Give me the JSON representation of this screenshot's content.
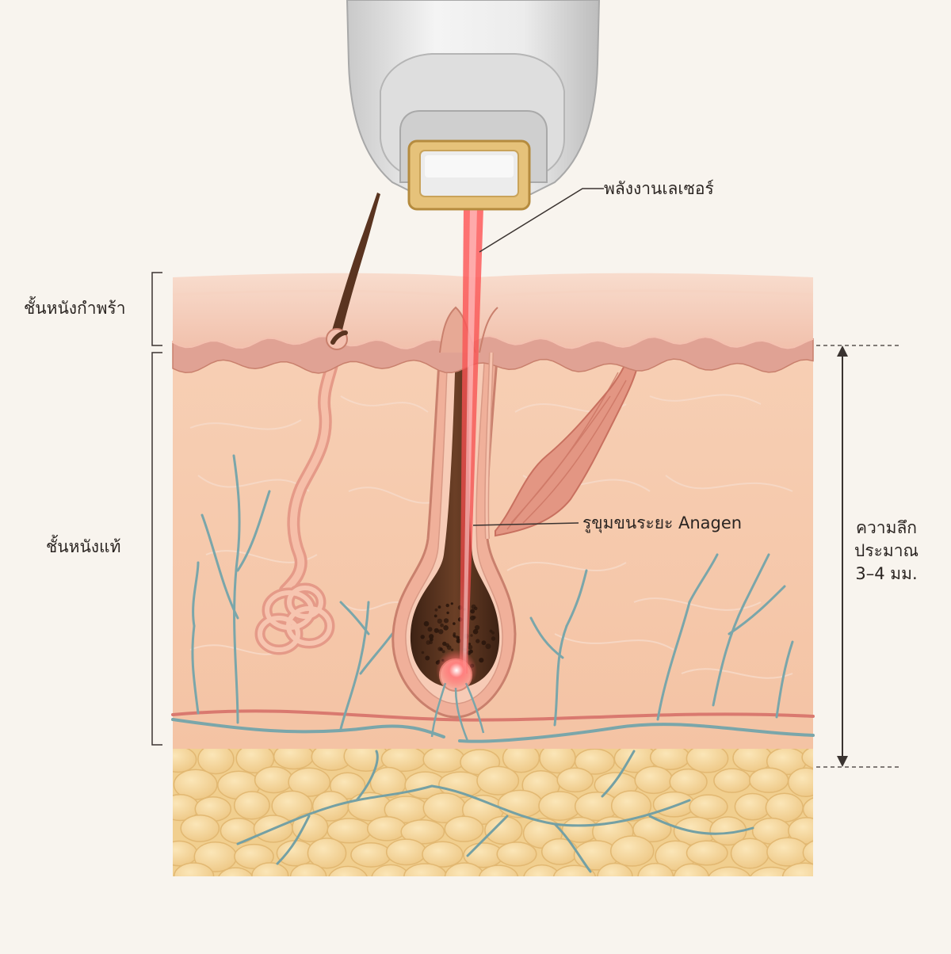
{
  "labels": {
    "laser_energy": "พลังงานเลเซอร์",
    "epidermis": "ชั้นหนังกำพร้า",
    "dermis": "ชั้นหนังแท้",
    "anagen_follicle": "รูขุมขนระยะ Anagen",
    "depth_line1": "ความลึก",
    "depth_line2": "ประมาณ",
    "depth_line3": "3–4 มม."
  },
  "colors": {
    "background": "#f8f4ee",
    "epidermis": "#f3c6b2",
    "dermis": "#f6c9ab",
    "fat": "#f3d496",
    "laser": "#e83a3a",
    "vessel_blue": "#6f9ea3",
    "vessel_red": "#d9796f",
    "hair": "#5a3420",
    "device_body": "#e6e6e6",
    "device_window": "#e0bb6a",
    "text": "#2b2522"
  },
  "icons": {
    "device": "laser-handpiece-icon",
    "hair": "hair-strand-icon"
  }
}
